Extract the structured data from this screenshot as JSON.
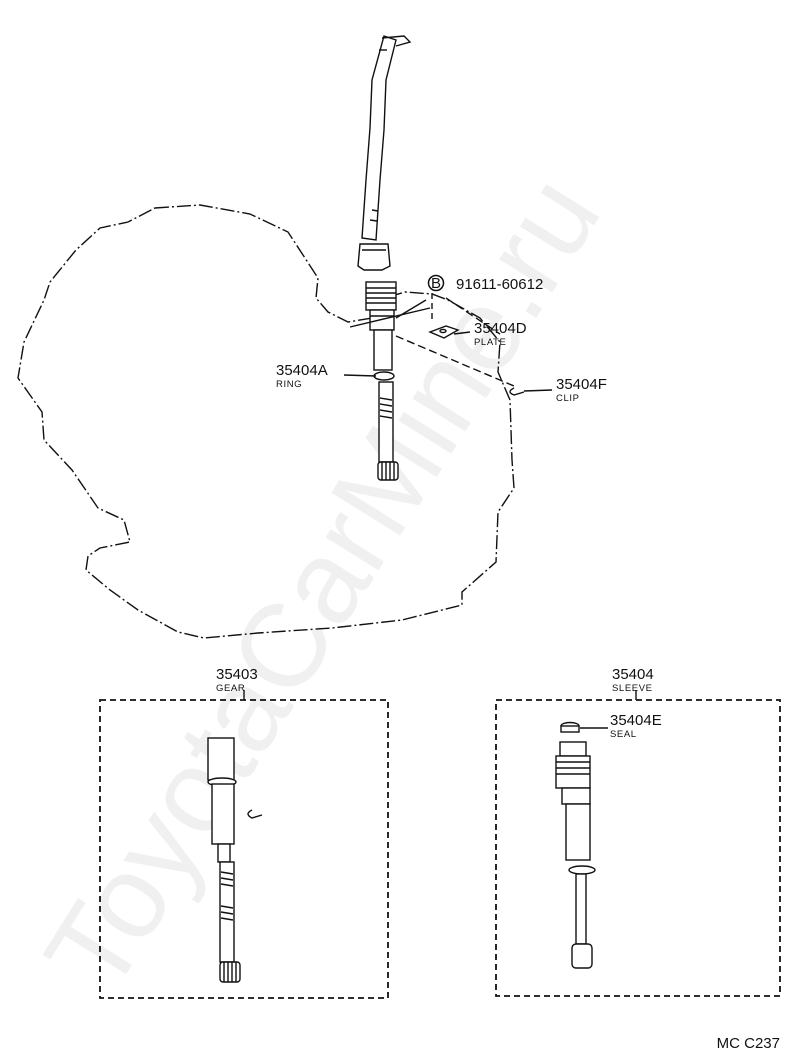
{
  "watermark": "ToyotaCarMine.ru",
  "diagram_code": "MC C237",
  "parts": {
    "bolt": {
      "marker": "B",
      "number": "91611-60612"
    },
    "plate": {
      "number": "35404D",
      "name": "PLATE"
    },
    "ring": {
      "number": "35404A",
      "name": "RING"
    },
    "clip": {
      "number": "35404F",
      "name": "CLIP"
    },
    "gear": {
      "number": "35403",
      "name": "GEAR"
    },
    "sleeve": {
      "number": "35404",
      "name": "SLEEVE"
    },
    "seal": {
      "number": "35404E",
      "name": "SEAL"
    }
  }
}
